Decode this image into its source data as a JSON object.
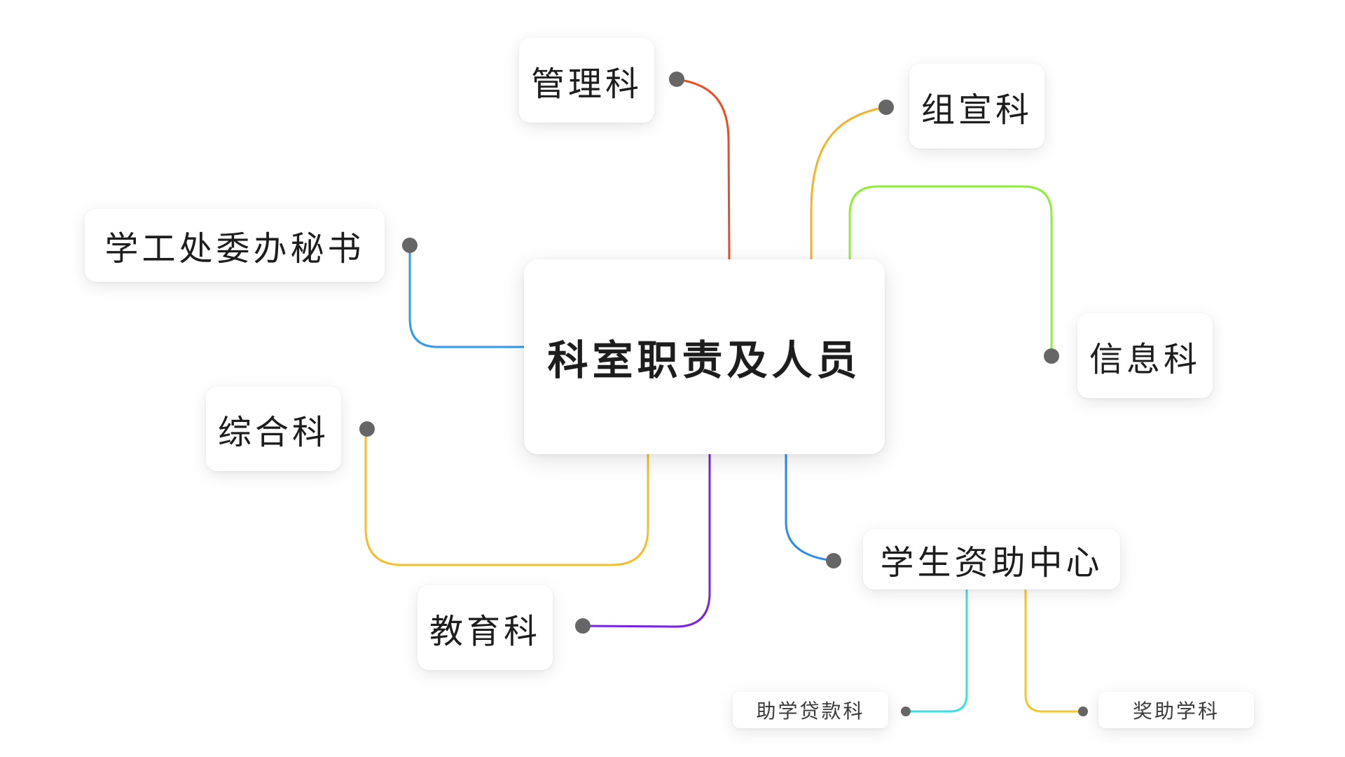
{
  "root": {
    "label": "科室职责及人员"
  },
  "branches": {
    "guanli": {
      "label": "管理科",
      "color": "#f04a22"
    },
    "zuxuan": {
      "label": "组宣科",
      "color": "#f5b227"
    },
    "xinxi": {
      "label": "信息科",
      "color": "#8ef036"
    },
    "mishu": {
      "label": "学工处委办秘书",
      "color": "#2a9bef"
    },
    "zonghe": {
      "label": "综合科",
      "color": "#f6bd2c"
    },
    "jiaoyu": {
      "label": "教育科",
      "color": "#7a22e8"
    },
    "zizhu": {
      "label": "学生资助中心",
      "color": "#2a8cef"
    }
  },
  "leaves": {
    "daikuan": {
      "label": "助学贷款科",
      "color": "#39e0e8"
    },
    "jiangzhu": {
      "label": "奖助学科",
      "color": "#f6c62c"
    }
  },
  "dot_color": "#666666"
}
